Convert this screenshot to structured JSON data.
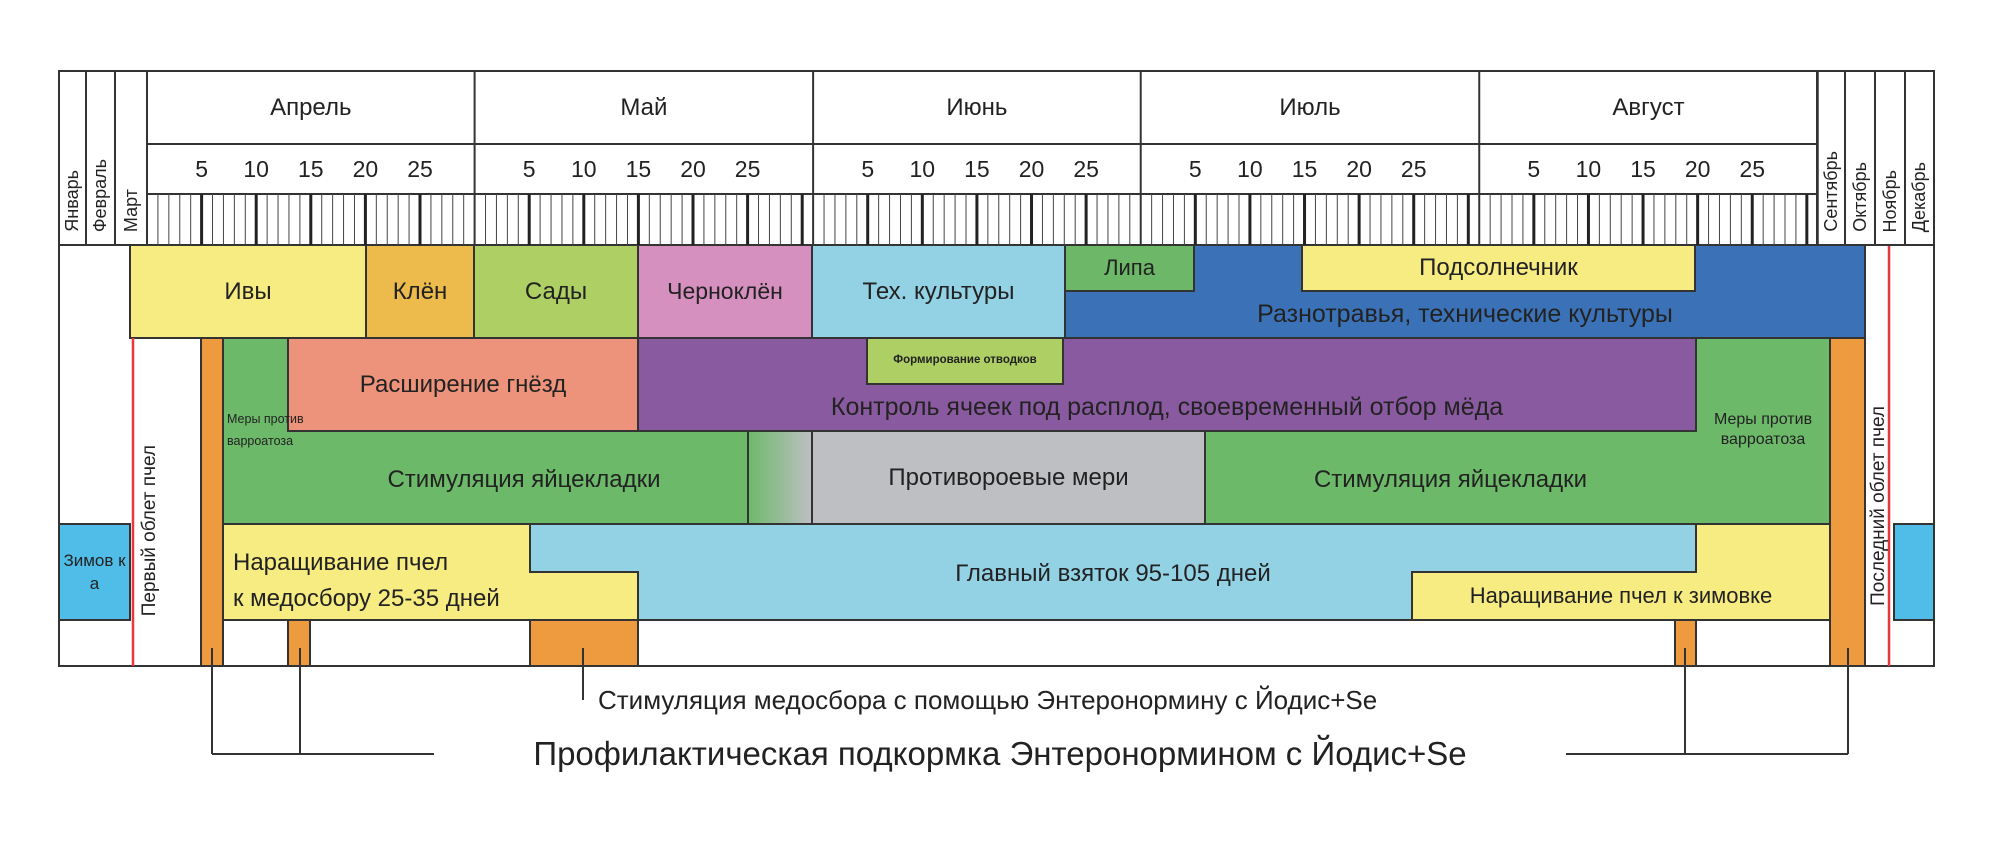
{
  "header": {
    "months_short": [
      "Январь",
      "Февраль",
      "Март"
    ],
    "months_main": [
      "Апрель",
      "Май",
      "Июнь",
      "Июль",
      "Август"
    ],
    "months_late": [
      "Сентябрь",
      "Октябрь",
      "Ноябрь",
      "Декабрь"
    ],
    "day_ticks": [
      "5",
      "10",
      "15",
      "20",
      "25"
    ]
  },
  "forage": {
    "willows": "Ивы",
    "maple": "Клён",
    "orchards": "Сады",
    "black_maple": "Черноклён",
    "tech_crops": "Тех. культуры",
    "linden": "Липа",
    "sunflower": "Подсолнечник",
    "herbs": "Разнотравья, технические культуры"
  },
  "tasks": {
    "first_flight": "Первый облет пчел",
    "last_flight": "Последний облет пчел",
    "wintering_left": "Зимов ка",
    "nest_expansion": "Расширение гнёзд",
    "varroa_spring": "Меры против варроатоза",
    "varroa_autumn": "Меры против варроатоза",
    "cell_control": "Контроль ячеек под расплод, своевременный отбор мёда",
    "splits": "Формирование отводков",
    "egg_stimulation_1": "Стимуляция яйцекладки",
    "anti_swarm": "Противороевые мери",
    "egg_stimulation_2": "Стимуляция яйцекладки",
    "buildup_honey_line1": "Наращивание пчел",
    "buildup_honey_line2": "к медосбору 25-35 дней",
    "main_flow": "Главный взяток 95-105 дней",
    "buildup_winter": "Наращивание пчел к зимовке"
  },
  "callouts": {
    "honey_stimulation": "Стимуляция медосбора с помощью Энтеронормину с Йодис+Se",
    "prophylactic_feeding": "Профилактическая подкормка Энтеронормином с Йодис+Se"
  },
  "colors": {
    "willows": "#f6ec82",
    "maple": "#ecbb4b",
    "orchards": "#aecf64",
    "black_maple": "#d690c0",
    "tech_crops": "#93d2e5",
    "linden": "#6cb868",
    "herbs": "#3b72b7",
    "nest_expansion": "#ee937b",
    "cell_control": "#8a5aa0",
    "green": "#6db96a",
    "anti_swarm": "#bebfc3",
    "main_flow": "#93d2e5",
    "buildup": "#f6ec82",
    "orange": "#ee9a3e",
    "wintering": "#4fbde8",
    "flight_line": "#e8373c"
  }
}
